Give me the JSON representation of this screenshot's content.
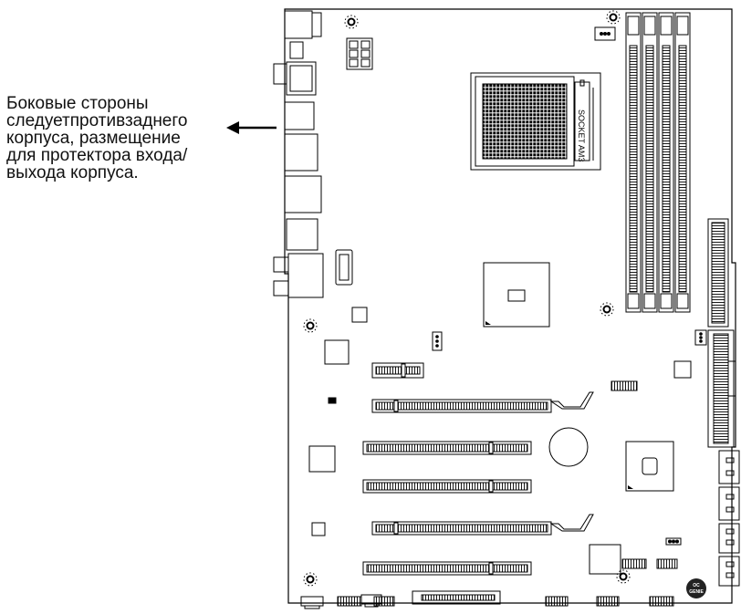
{
  "caption": {
    "lines": [
      "Боковые стороны",
      "следуетпротивзаднего",
      "корпуса, размещение",
      "для протектора входа/",
      "выхода корпуса."
    ]
  },
  "board": {
    "socket_label": "SOCKET AM3",
    "oc_genie_label": [
      "OC",
      "GENIE"
    ]
  },
  "colors": {
    "stroke": "#000000",
    "fill": "#ffffff",
    "badge": "#222222"
  }
}
